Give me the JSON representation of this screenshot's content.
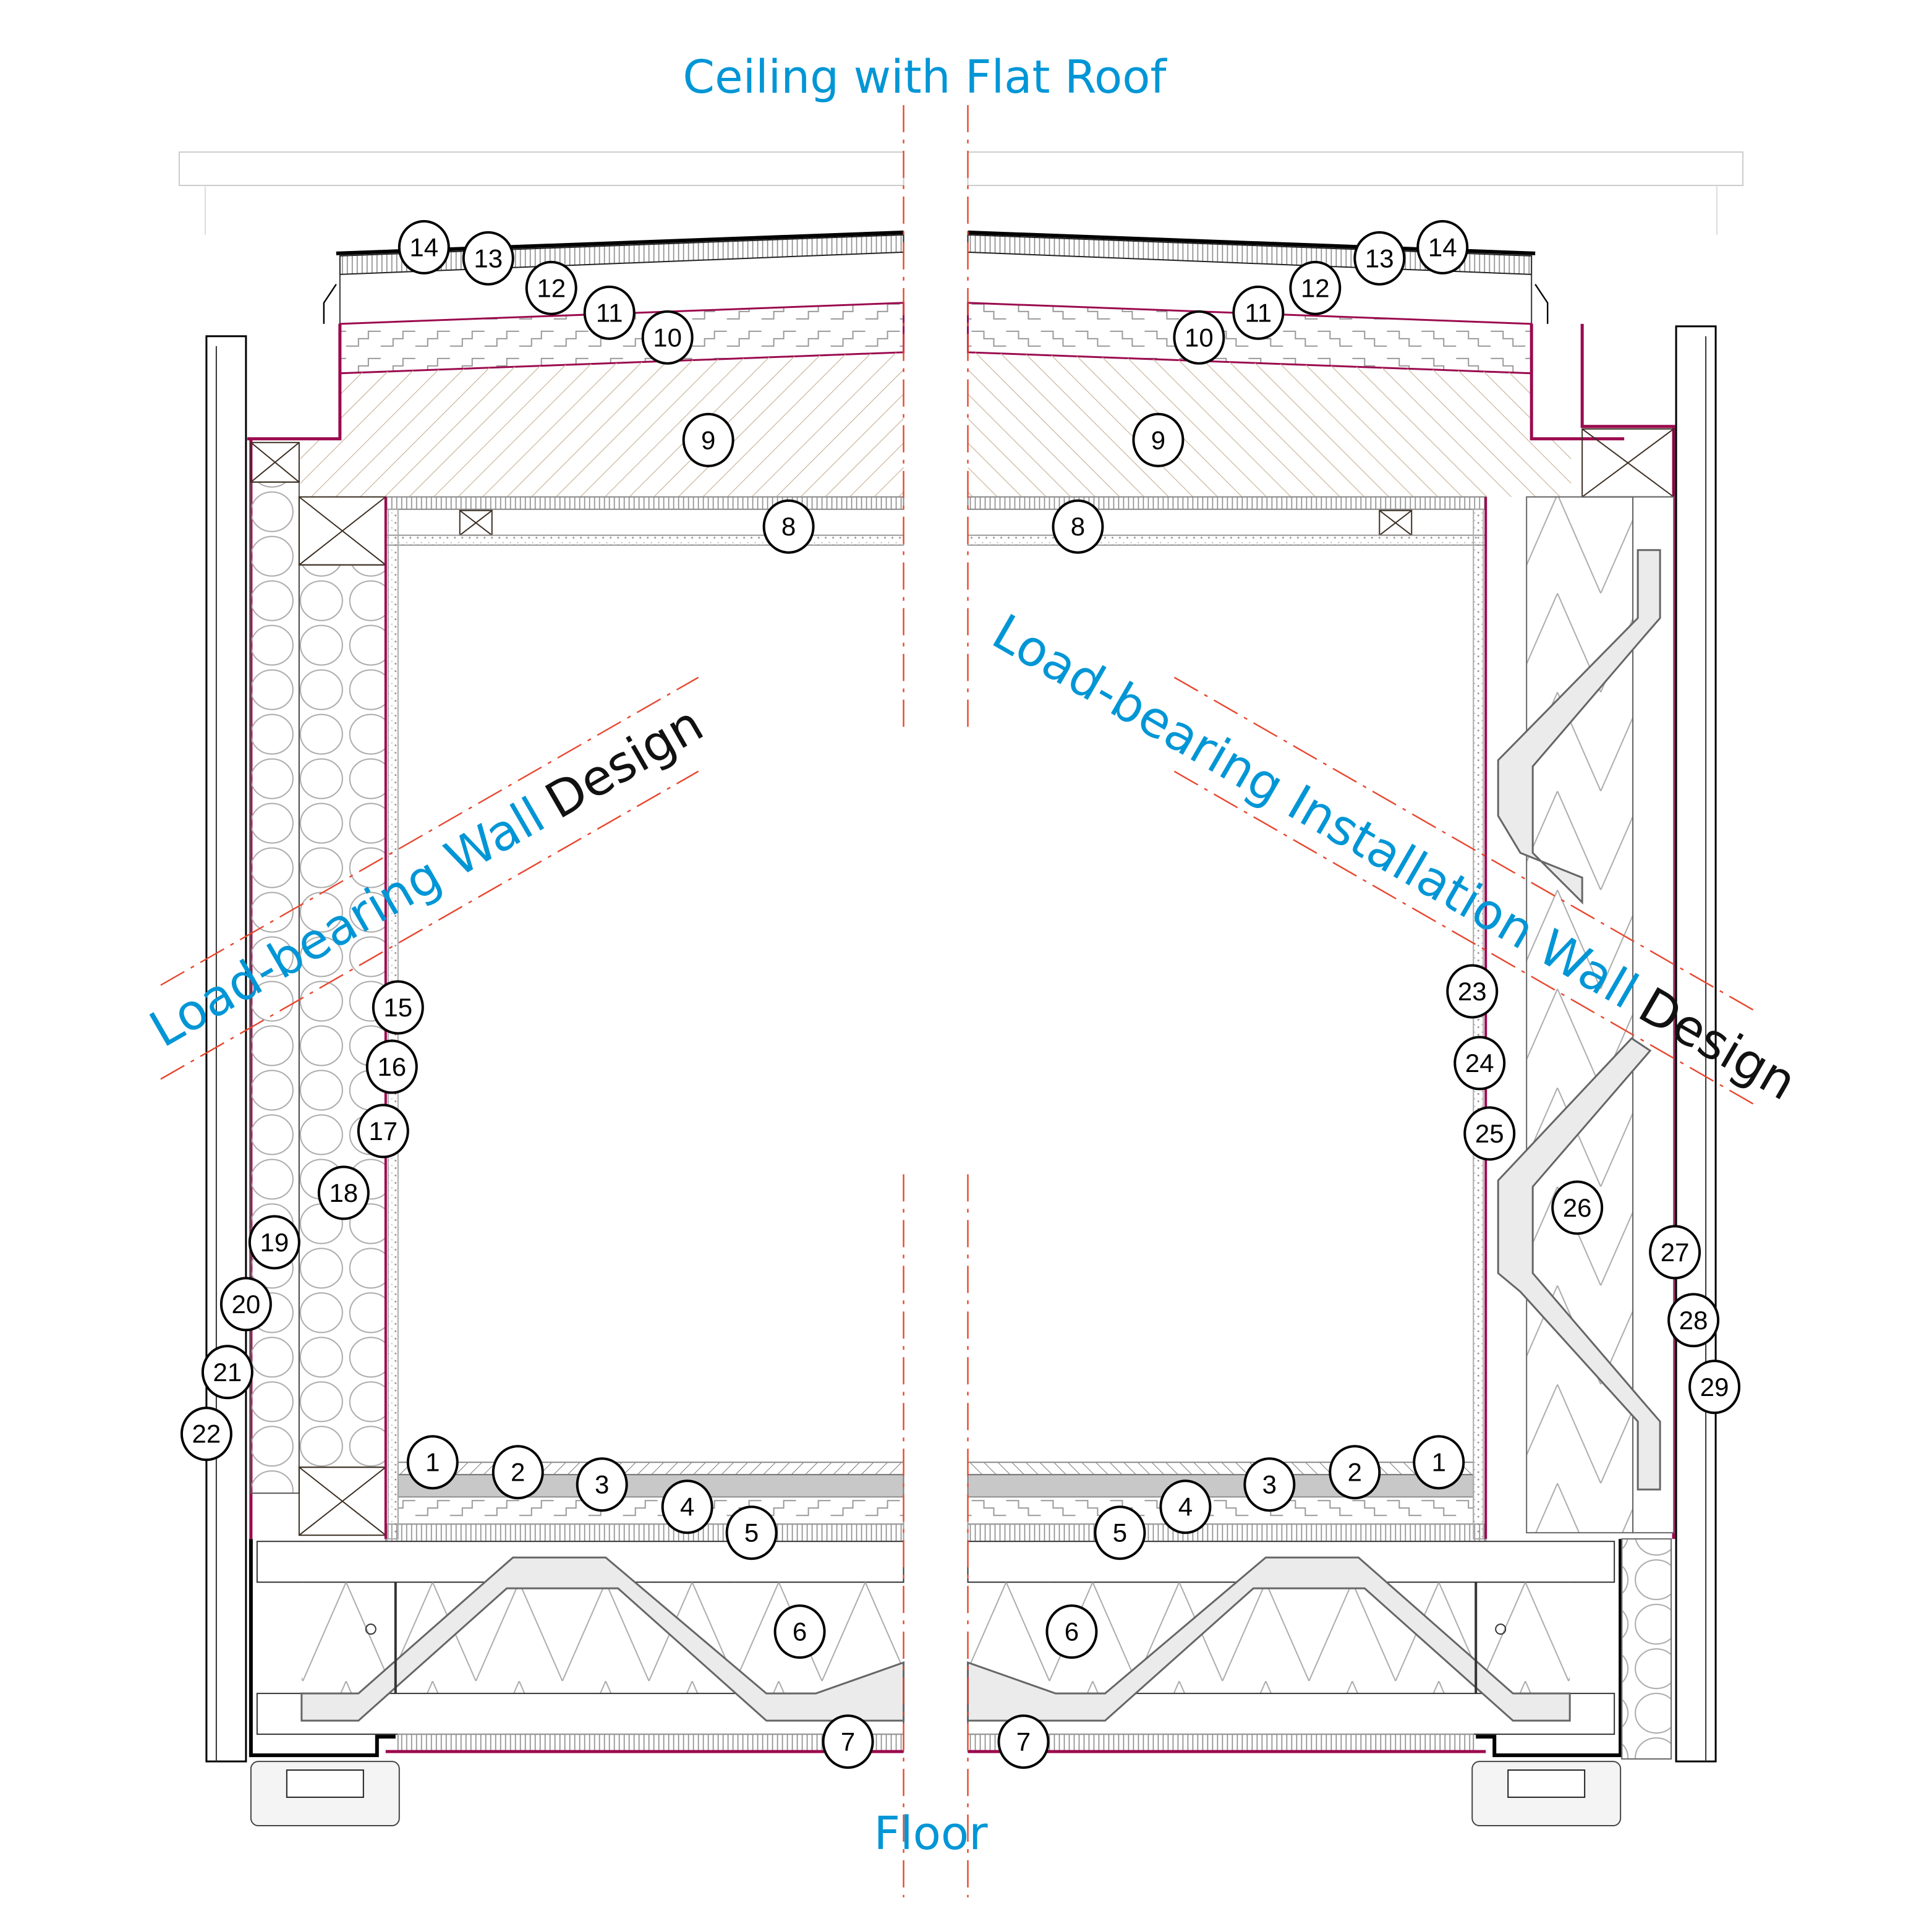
{
  "titles": {
    "top": "Ceiling with Flat Roof",
    "bottom": "Floor",
    "left_blue": "Load-bearing Wall",
    "left_black": "Design",
    "right_blue": "Load-bearing Installation Wall",
    "right_black": "Design"
  },
  "callouts": {
    "left": [
      "14",
      "13",
      "12",
      "11",
      "10",
      "9",
      "8",
      "1",
      "2",
      "3",
      "4",
      "5",
      "6",
      "7",
      "15",
      "16",
      "17",
      "18",
      "19",
      "20",
      "21",
      "22"
    ],
    "right": [
      "14",
      "13",
      "12",
      "11",
      "10",
      "9",
      "8",
      "1",
      "2",
      "3",
      "4",
      "5",
      "6",
      "7",
      "23",
      "24",
      "25",
      "26",
      "27",
      "28",
      "29"
    ]
  },
  "colors": {
    "title_blue": "#0096D6",
    "membrane_magenta": "#9B0A4E",
    "axis_red": "#E8452C",
    "timber_hatch": "#C9B49A"
  }
}
